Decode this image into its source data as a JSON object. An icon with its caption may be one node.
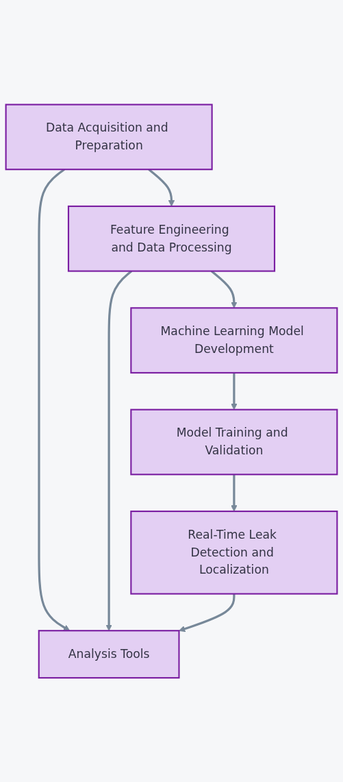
{
  "diagram": {
    "nodes": [
      {
        "text": [
          "Data Acquisition and Preparation"
        ]
      },
      {
        "text": [
          "Feature Engineering and Data Processing"
        ]
      },
      {
        "text": [
          "Machine Learning Model Development"
        ]
      },
      {
        "text": [
          "Model Training and Validation"
        ]
      },
      {
        "text": [
          "Real-Time Leak Detection and Localization"
        ]
      },
      {
        "text": [
          "Analysis Tools"
        ]
      }
    ],
    "edges": [
      {
        "from": 0,
        "to": 1,
        "arrow": "to"
      },
      {
        "from": 1,
        "to": 2,
        "arrow": "to"
      },
      {
        "from": 2,
        "to": 3,
        "arrow": "to"
      },
      {
        "from": 3,
        "to": 4,
        "arrow": "to"
      },
      {
        "from": 0,
        "to": 5,
        "arrow": "to"
      },
      {
        "from": 1,
        "to": 5,
        "arrow": "to"
      },
      {
        "from": 4,
        "to": 5,
        "arrow": "to"
      }
    ]
  }
}
